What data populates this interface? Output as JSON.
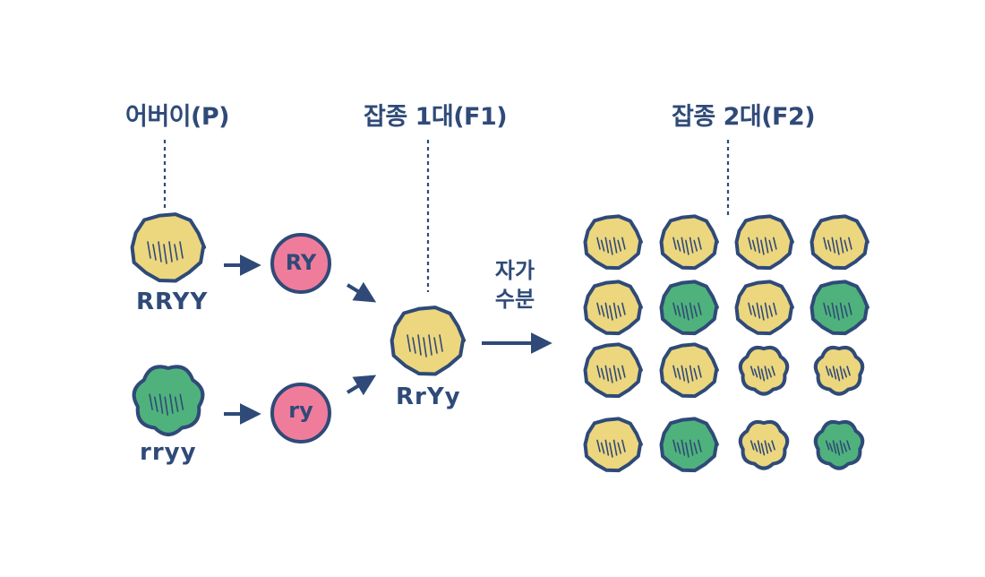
{
  "headers": {
    "parent": "어버이(P)",
    "f1": "잡종 1대(F1)",
    "f2": "잡종 2대(F2)"
  },
  "genotypes": {
    "parent_round_yellow": "RRYY",
    "parent_wrinkled_green": "rryy",
    "f1": "RrYy"
  },
  "gametes": {
    "dominant": "RY",
    "recessive": "ry"
  },
  "self_pollination": {
    "line1": "자가",
    "line2": "수분"
  },
  "f2_grid": [
    [
      "round-yellow",
      "round-yellow",
      "round-yellow",
      "round-yellow"
    ],
    [
      "round-yellow",
      "round-green",
      "round-yellow",
      "round-green"
    ],
    [
      "round-yellow",
      "round-yellow",
      "wrinkled-yellow",
      "wrinkled-yellow"
    ],
    [
      "round-yellow",
      "round-green",
      "wrinkled-yellow",
      "wrinkled-green"
    ]
  ],
  "colors": {
    "yellow": "#ecd67e",
    "green": "#4fb27c",
    "gamete_pink": "#f07c9c",
    "outline": "#2f4a78",
    "text": "#2f4a78"
  }
}
